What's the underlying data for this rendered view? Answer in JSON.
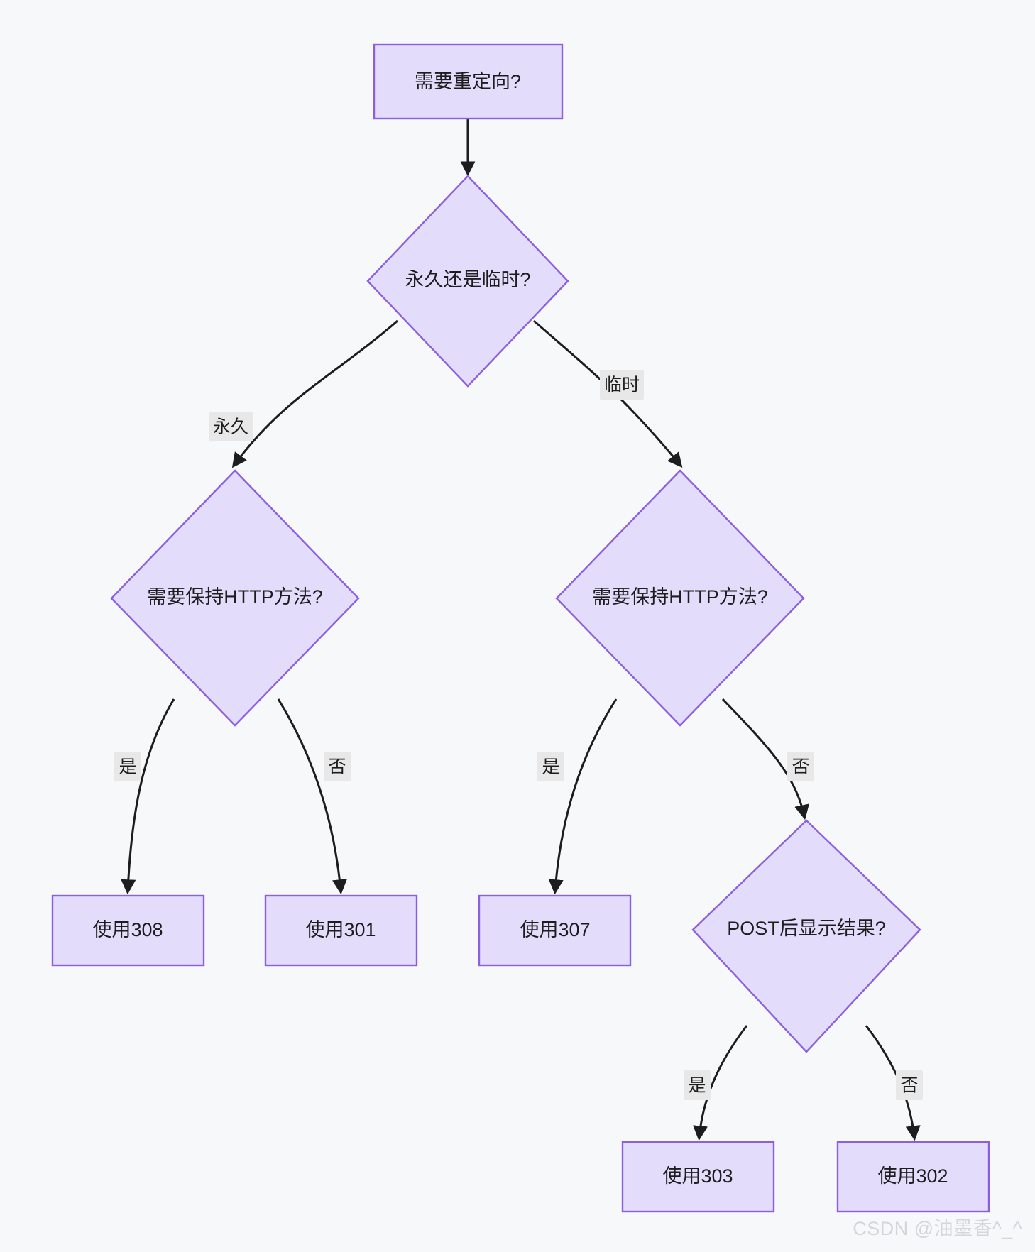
{
  "diagram": {
    "type": "flowchart",
    "background_color": "#f7f8fa",
    "node_fill_color": "#e3ddfb",
    "node_border_color": "#8c5fe0",
    "edge_color": "#1d1d1f",
    "edge_label_bg_color": "#e8e8e8",
    "text_color": "#1d1d1f",
    "nodes": [
      {
        "id": "start",
        "shape": "rect",
        "label": "需要重定向?"
      },
      {
        "id": "perm_temp",
        "shape": "diamond",
        "label": "永久还是临时?"
      },
      {
        "id": "keep_l",
        "shape": "diamond",
        "label": "需要保持HTTP方法?"
      },
      {
        "id": "keep_r",
        "shape": "diamond",
        "label": "需要保持HTTP方法?"
      },
      {
        "id": "use308",
        "shape": "rect",
        "label": "使用308"
      },
      {
        "id": "use301",
        "shape": "rect",
        "label": "使用301"
      },
      {
        "id": "use307",
        "shape": "rect",
        "label": "使用307"
      },
      {
        "id": "post_show",
        "shape": "diamond",
        "label": "POST后显示结果?"
      },
      {
        "id": "use303",
        "shape": "rect",
        "label": "使用303"
      },
      {
        "id": "use302",
        "shape": "rect",
        "label": "使用302"
      }
    ],
    "edges": [
      {
        "from": "start",
        "to": "perm_temp",
        "label": ""
      },
      {
        "from": "perm_temp",
        "to": "keep_l",
        "label": "永久"
      },
      {
        "from": "perm_temp",
        "to": "keep_r",
        "label": "临时"
      },
      {
        "from": "keep_l",
        "to": "use308",
        "label": "是"
      },
      {
        "from": "keep_l",
        "to": "use301",
        "label": "否"
      },
      {
        "from": "keep_r",
        "to": "use307",
        "label": "是"
      },
      {
        "from": "keep_r",
        "to": "post_show",
        "label": "否"
      },
      {
        "from": "post_show",
        "to": "use303",
        "label": "是"
      },
      {
        "from": "post_show",
        "to": "use302",
        "label": "否"
      }
    ]
  },
  "watermark": {
    "text": "CSDN @油墨香^_^"
  }
}
